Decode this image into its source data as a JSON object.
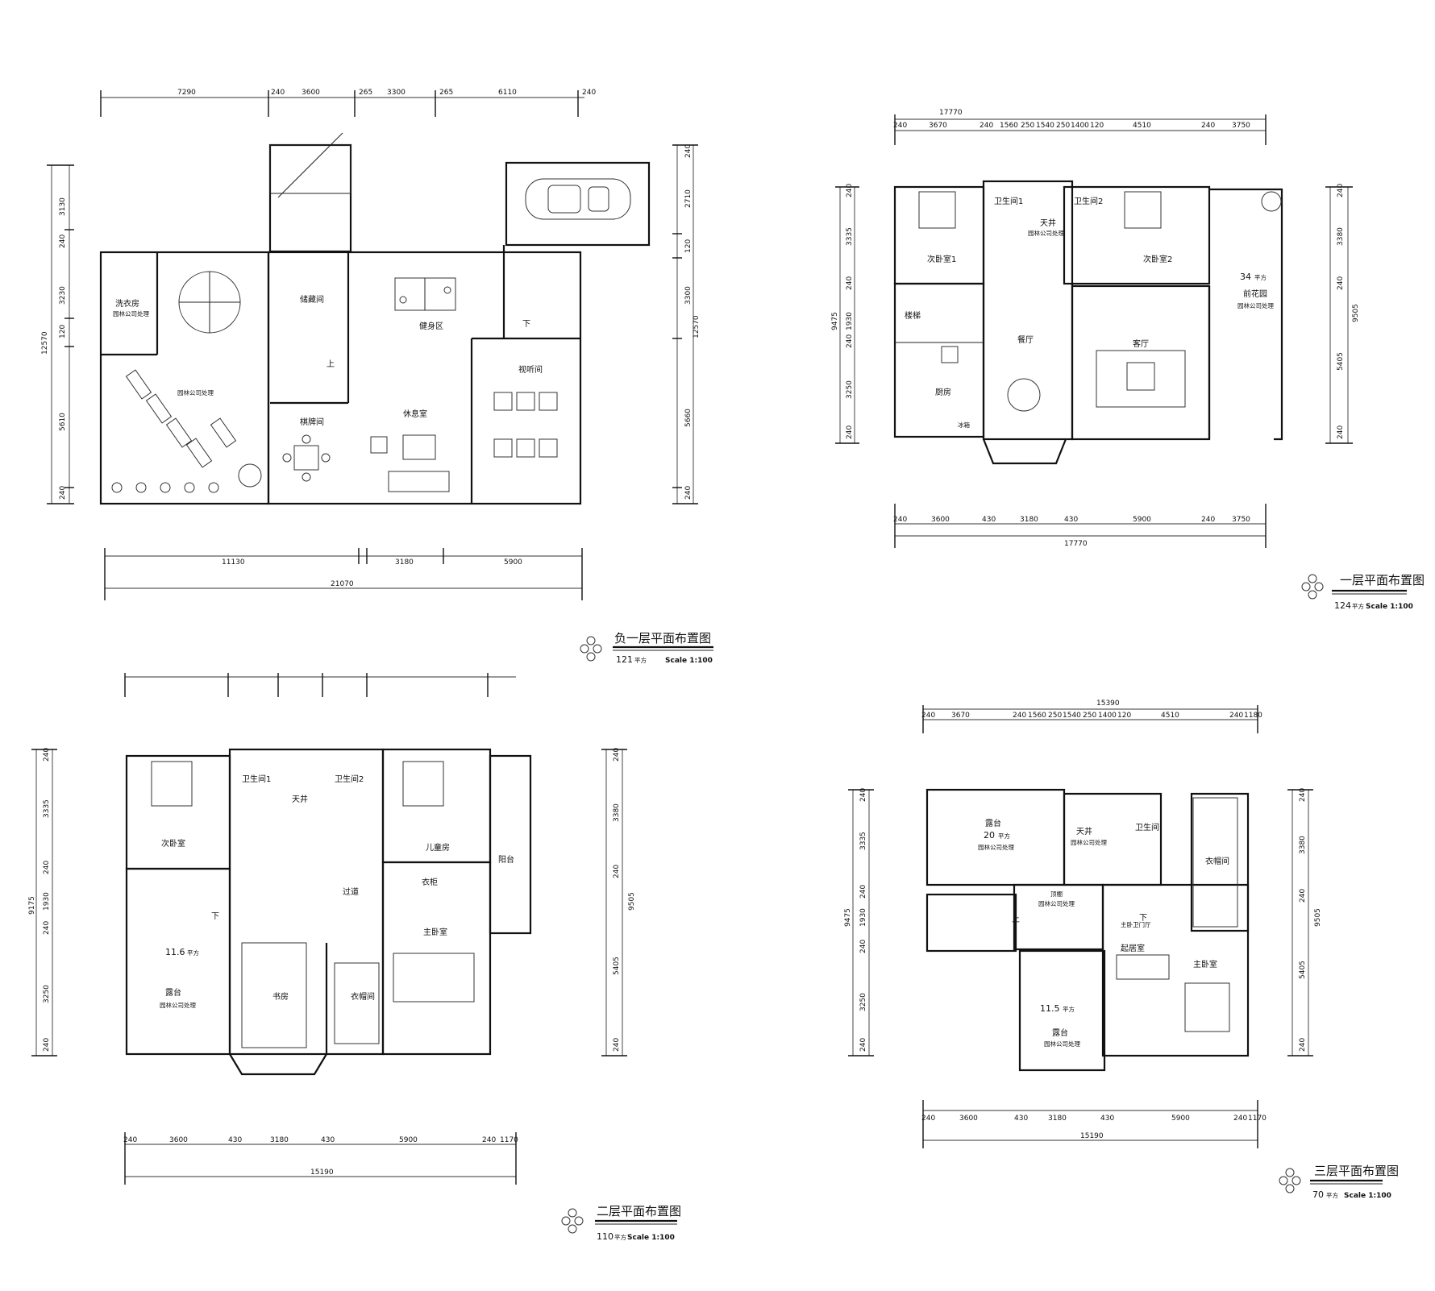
{
  "plans": {
    "b1": {
      "title": "负一层平面布置图",
      "area_num": "121",
      "area_unit": "平方",
      "scale": "Scale 1:100",
      "top_dims": [
        "7290",
        "240",
        "3600",
        "265",
        "3300",
        "265",
        "6110",
        "240"
      ],
      "bottom_dims": [
        "11130",
        "3180",
        "5900"
      ],
      "bottom_total": "21070",
      "left_dims": [
        "3130",
        "240",
        "3230",
        "120",
        "5610",
        "240"
      ],
      "left_total": "12570",
      "right_dims": [
        "240",
        "2710",
        "120",
        "3300",
        "5660",
        "240"
      ],
      "right_total": "12570",
      "rooms": {
        "laundry": "洗衣房",
        "laundry_note": "园林公司处理",
        "garden_note": "园林公司处理",
        "storage": "储藏间",
        "gym": "健身区",
        "av": "视听间",
        "rest": "休息室",
        "chess": "棋牌间",
        "down": "下",
        "up": "上"
      }
    },
    "f1": {
      "title": "一层平面布置图",
      "area_num": "124",
      "area_unit": "平方",
      "scale": "Scale 1:100",
      "top_total": "17770",
      "top_dims": [
        "240",
        "3670",
        "240",
        "1560",
        "250",
        "1540",
        "250",
        "1400",
        "120",
        "4510",
        "240",
        "3750"
      ],
      "bottom_dims": [
        "240",
        "3600",
        "430",
        "3180",
        "430",
        "5900",
        "240",
        "3750"
      ],
      "bottom_total": "17770",
      "left_dims": [
        "240",
        "3335",
        "240",
        "1930",
        "240",
        "3250",
        "240"
      ],
      "left_total": "9475",
      "right_dims": [
        "240",
        "3380",
        "240",
        "5405",
        "240"
      ],
      "right_total": "9505",
      "rooms": {
        "bed1": "次卧室1",
        "wc1": "卫生间1",
        "well": "天井",
        "well_note": "园林公司处理",
        "wc2": "卫生间2",
        "bed2": "次卧室2",
        "garden_area": "34",
        "garden_unit": "平方",
        "front_garden": "前花园",
        "front_note": "园林公司处理",
        "stairs": "楼梯",
        "dining": "餐厅",
        "living": "客厅",
        "kitchen": "厨房",
        "fridge": "冰箱"
      }
    },
    "f2": {
      "title": "二层平面布置图",
      "area_num": "110",
      "area_unit": "平方",
      "scale": "Scale 1:100",
      "bottom_dims": [
        "240",
        "3600",
        "430",
        "3180",
        "430",
        "5900",
        "240",
        "1170"
      ],
      "bottom_total": "15190",
      "left_dims": [
        "240",
        "3335",
        "240",
        "1930",
        "240",
        "3250",
        "240"
      ],
      "left_total": "9175",
      "right_dims": [
        "240",
        "3380",
        "240",
        "5405",
        "240"
      ],
      "right_total": "9505",
      "rooms": {
        "bed": "次卧室",
        "wc1": "卫生间1",
        "well": "天井",
        "wc2": "卫生间2",
        "child": "儿童房",
        "balcony": "阳台",
        "corridor": "过道",
        "wardrobe": "衣柜",
        "master": "主卧室",
        "terrace_area": "11.6",
        "terrace_unit": "平方",
        "terrace": "露台",
        "terrace_note": "园林公司处理",
        "study": "书房",
        "closet": "衣帽间",
        "down": "下"
      }
    },
    "f3": {
      "title": "三层平面布置图",
      "area_num": "70",
      "area_unit": "平方",
      "scale": "Scale 1:100",
      "top_total": "15390",
      "top_dims": [
        "240",
        "3670",
        "240",
        "1560",
        "250",
        "1540",
        "250",
        "1400",
        "120",
        "4510",
        "240",
        "1180"
      ],
      "bottom_dims": [
        "240",
        "3600",
        "430",
        "3180",
        "430",
        "5900",
        "240",
        "1170"
      ],
      "bottom_total": "15190",
      "left_dims": [
        "240",
        "3335",
        "240",
        "1930",
        "240",
        "3250",
        "240"
      ],
      "left_total": "9475",
      "right_dims": [
        "240",
        "3380",
        "240",
        "5405",
        "240"
      ],
      "right_total": "9505",
      "rooms": {
        "terrace1": "露台",
        "terrace1_area": "20",
        "terrace1_unit": "平方",
        "terrace1_note": "园林公司处理",
        "well": "天井",
        "well_note": "园林公司处理",
        "wc": "卫生间",
        "closet": "衣帽间",
        "sky": "顶棚",
        "sky_note": "园林公司处理",
        "master_wc": "主卧卫门厅",
        "study": "起居室",
        "master": "主卧室",
        "terrace2_area": "11.5",
        "terrace2_unit": "平方",
        "terrace2": "露台",
        "terrace2_note": "园林公司处理",
        "up": "上",
        "down": "下"
      }
    }
  }
}
